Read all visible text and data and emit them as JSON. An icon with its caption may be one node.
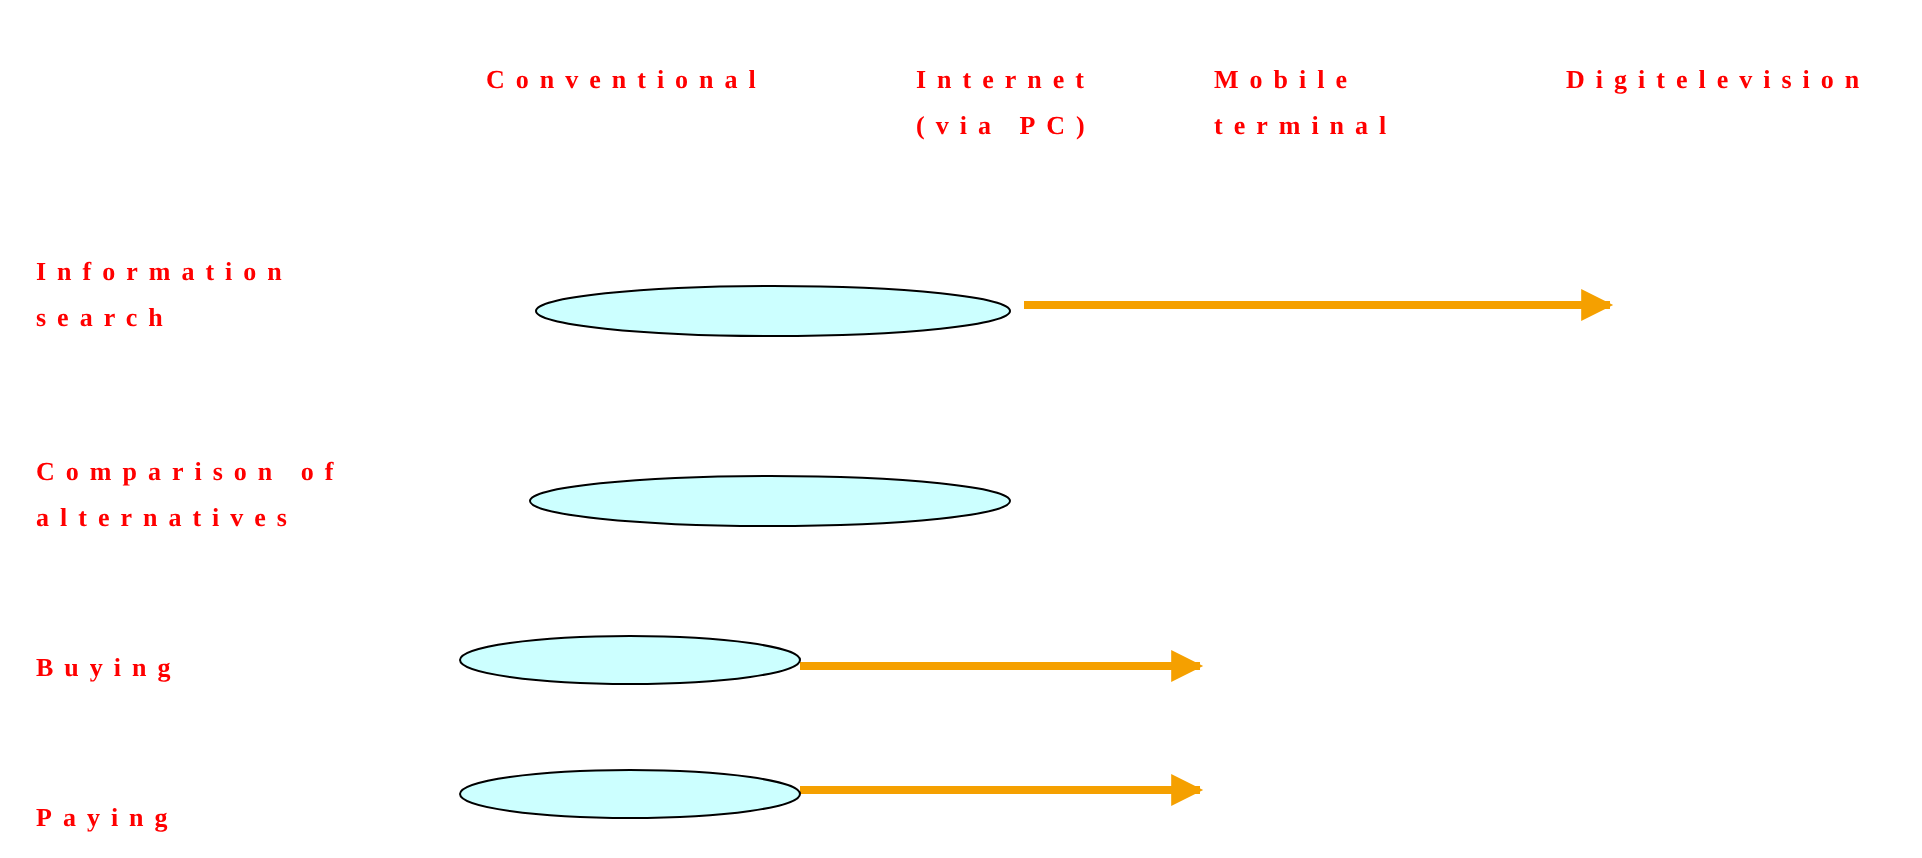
{
  "diagram": {
    "nodes": [
      {
        "text": [],
        "shape": "ellipse"
      },
      {
        "text": [],
        "shape": "ellipse"
      },
      {
        "text": [],
        "shape": "ellipse"
      },
      {
        "text": [],
        "shape": "ellipse"
      }
    ],
    "edges": [
      {
        "from": 0,
        "to": null,
        "arrow": "to"
      },
      {
        "from": 2,
        "to": null,
        "arrow": "to"
      },
      {
        "from": 3,
        "to": null,
        "arrow": "to"
      }
    ],
    "labels": [
      "Conventional",
      "Internet (via PC)",
      "Mobile terminal",
      "Digitelevision",
      "Information search",
      "Comparison of alternatives",
      "Buying",
      "Paying"
    ]
  }
}
